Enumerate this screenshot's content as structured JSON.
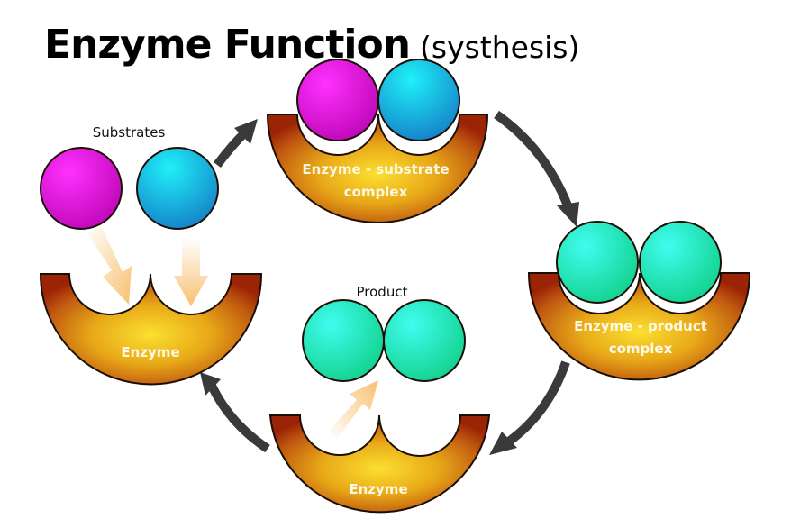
{
  "title": {
    "main": "Enzyme Function",
    "sub": "(systhesis)"
  },
  "labels": {
    "substrates": "Substrates",
    "product": "Product",
    "enzyme_left": "Enzyme",
    "enzyme_bottom": "Enzyme",
    "es_complex_line1": "Enzyme - substrate",
    "es_complex_line2": "complex",
    "ep_complex_line1": "Enzyme - product",
    "ep_complex_line2": "complex"
  },
  "colors": {
    "substrate_a": "#e010d8",
    "substrate_b": "#18b4e0",
    "product": "#26e0b0",
    "enzyme_center": "#f8d428",
    "enzyme_edge": "#a02808",
    "cycle_arrow": "#3a3a3a",
    "motion_arrow": "#f8c070"
  },
  "cycle": [
    "Substrates",
    "Enzyme - substrate complex",
    "Enzyme - product complex",
    "Enzyme",
    "Product"
  ]
}
